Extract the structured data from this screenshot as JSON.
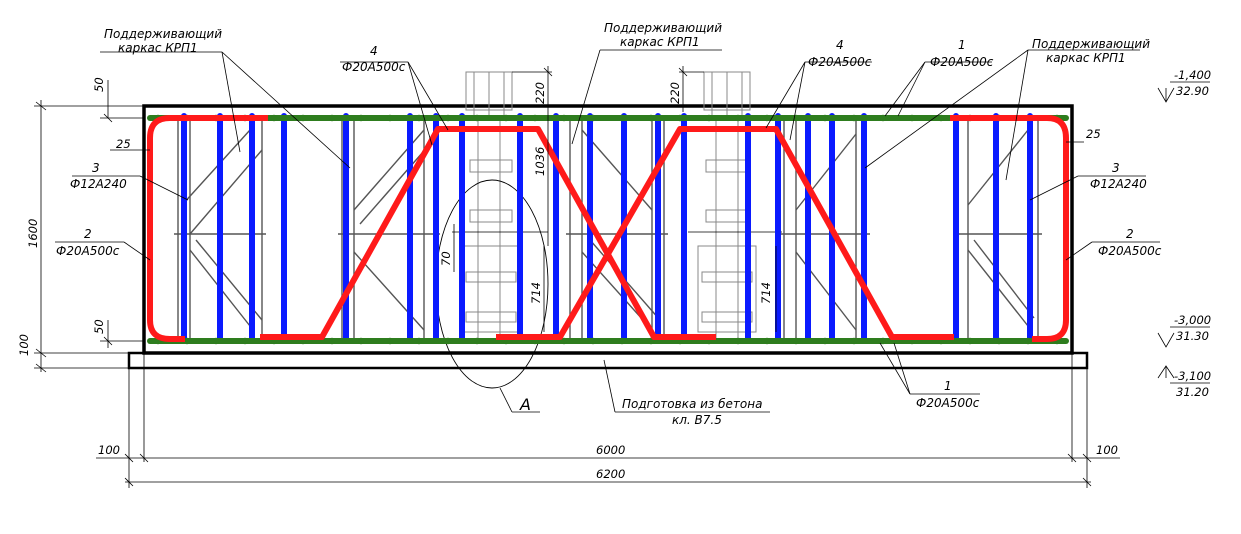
{
  "labels": {
    "krp1_top_left_line1": "Поддерживающий",
    "krp1_top_left_line2": "каркас КРП1",
    "krp1_top_mid_line1": "Поддерживающий",
    "krp1_top_mid_line2": "каркас КРП1",
    "krp1_top_right_line1": "Поддерживающий",
    "krp1_top_right_line2": "каркас КРП1",
    "pos4_left_num": "4",
    "pos4_left_spec": "Ф20А500с",
    "pos4_right_num": "4",
    "pos4_right_spec": "Ф20А500с",
    "pos1_top_num": "1",
    "pos1_top_spec": "Ф20А500с",
    "pos3_left_num": "3",
    "pos3_left_spec": "Ф12А240",
    "pos3_right_num": "3",
    "pos3_right_spec": "Ф12А240",
    "pos2_left_num": "2",
    "pos2_left_spec": "Ф20А500с",
    "pos2_right_num": "2",
    "pos2_right_spec": "Ф20А500с",
    "pos1_bottom_num": "1",
    "pos1_bottom_spec": "Ф20А500с",
    "concrete_line1": "Подготовка из бетона",
    "concrete_line2": "кл. В7.5",
    "node_a": "А"
  },
  "dimensions": {
    "d50_top": "50",
    "d1600": "1600",
    "d100_left": "100",
    "d50_bottom": "50",
    "d25_left": "25",
    "d25_right": "25",
    "d220_left": "220",
    "d220_right": "220",
    "d1036": "1036",
    "d70": "70",
    "d714_left": "714",
    "d714_right": "714",
    "d100_bottom_left": "100",
    "d6000": "6000",
    "d100_bottom_right": "100",
    "d6200": "6200"
  },
  "levels": {
    "top_rel": "-1,400",
    "top_abs": "32.90",
    "bottom_rel": "-3,000",
    "bottom_abs": "31.30",
    "base_rel": "-3,100",
    "base_abs": "31.20"
  },
  "colors": {
    "red_rebar": "#ff1a1a",
    "blue_rebar": "#0a1aff",
    "green_rebar": "#2e7d1e"
  }
}
